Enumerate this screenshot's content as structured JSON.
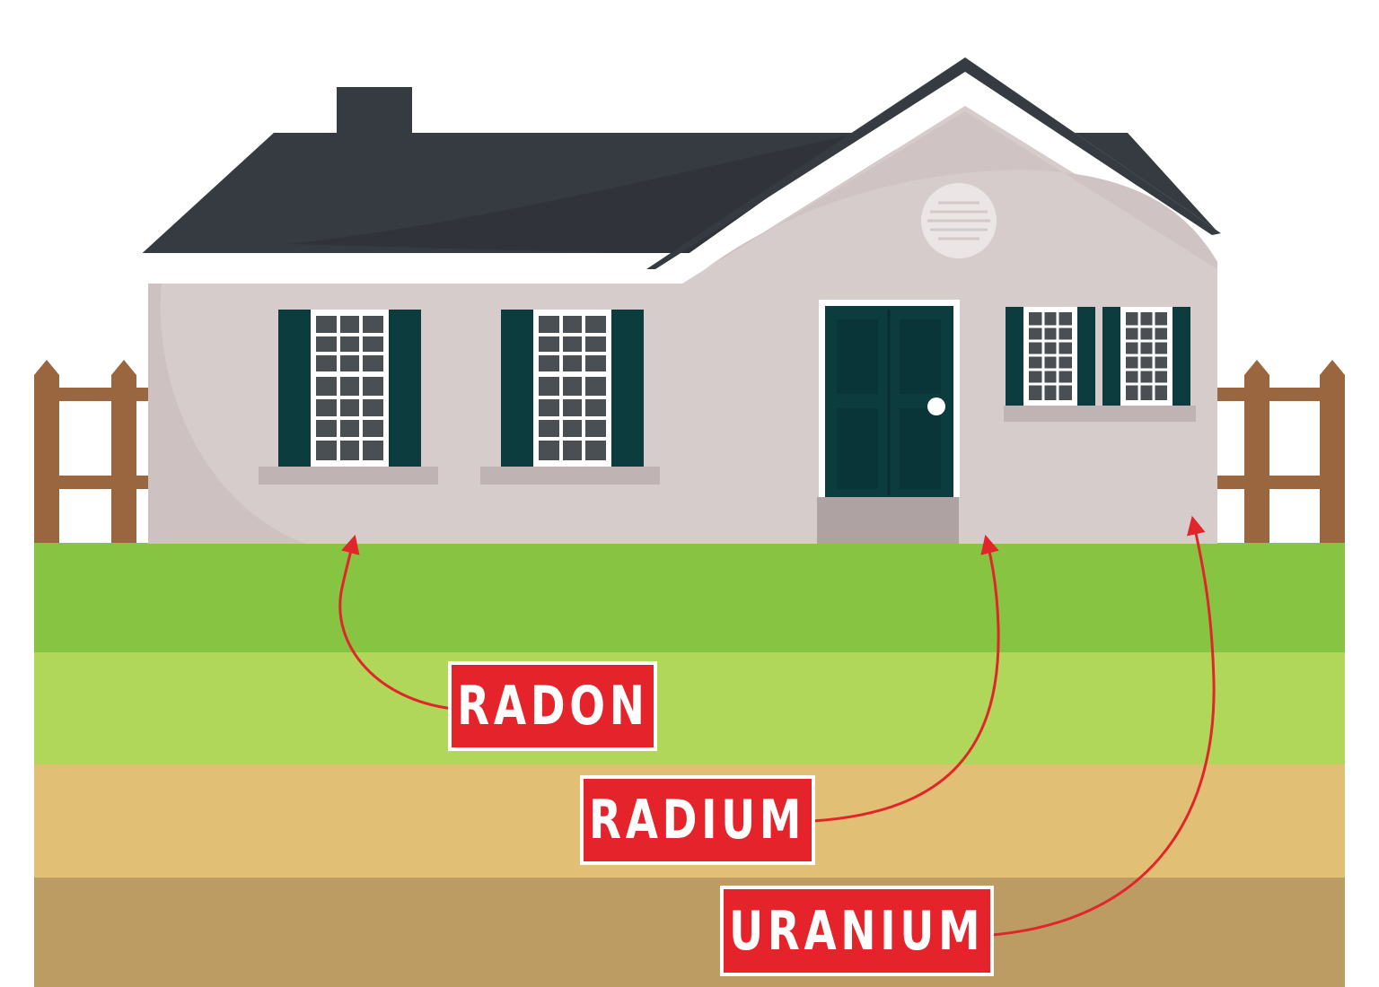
{
  "labels": {
    "radon": "RADON",
    "radium": "RADIUM",
    "uranium": "URANIUM"
  },
  "colors": {
    "roof": "#353b40",
    "wall": "#d6cccb",
    "trim": "#ffffff",
    "shutter": "#0d3c3f",
    "fence": "#9a6640",
    "grass_top": "#86c441",
    "grass_mid": "#b0d65a",
    "soil_light": "#e1bf74",
    "soil_dark": "#bd9c64",
    "label_red": "#e4232b",
    "arrow_red": "#e1262b"
  },
  "icons": [
    "attic-vent-icon",
    "door-knob-icon"
  ]
}
